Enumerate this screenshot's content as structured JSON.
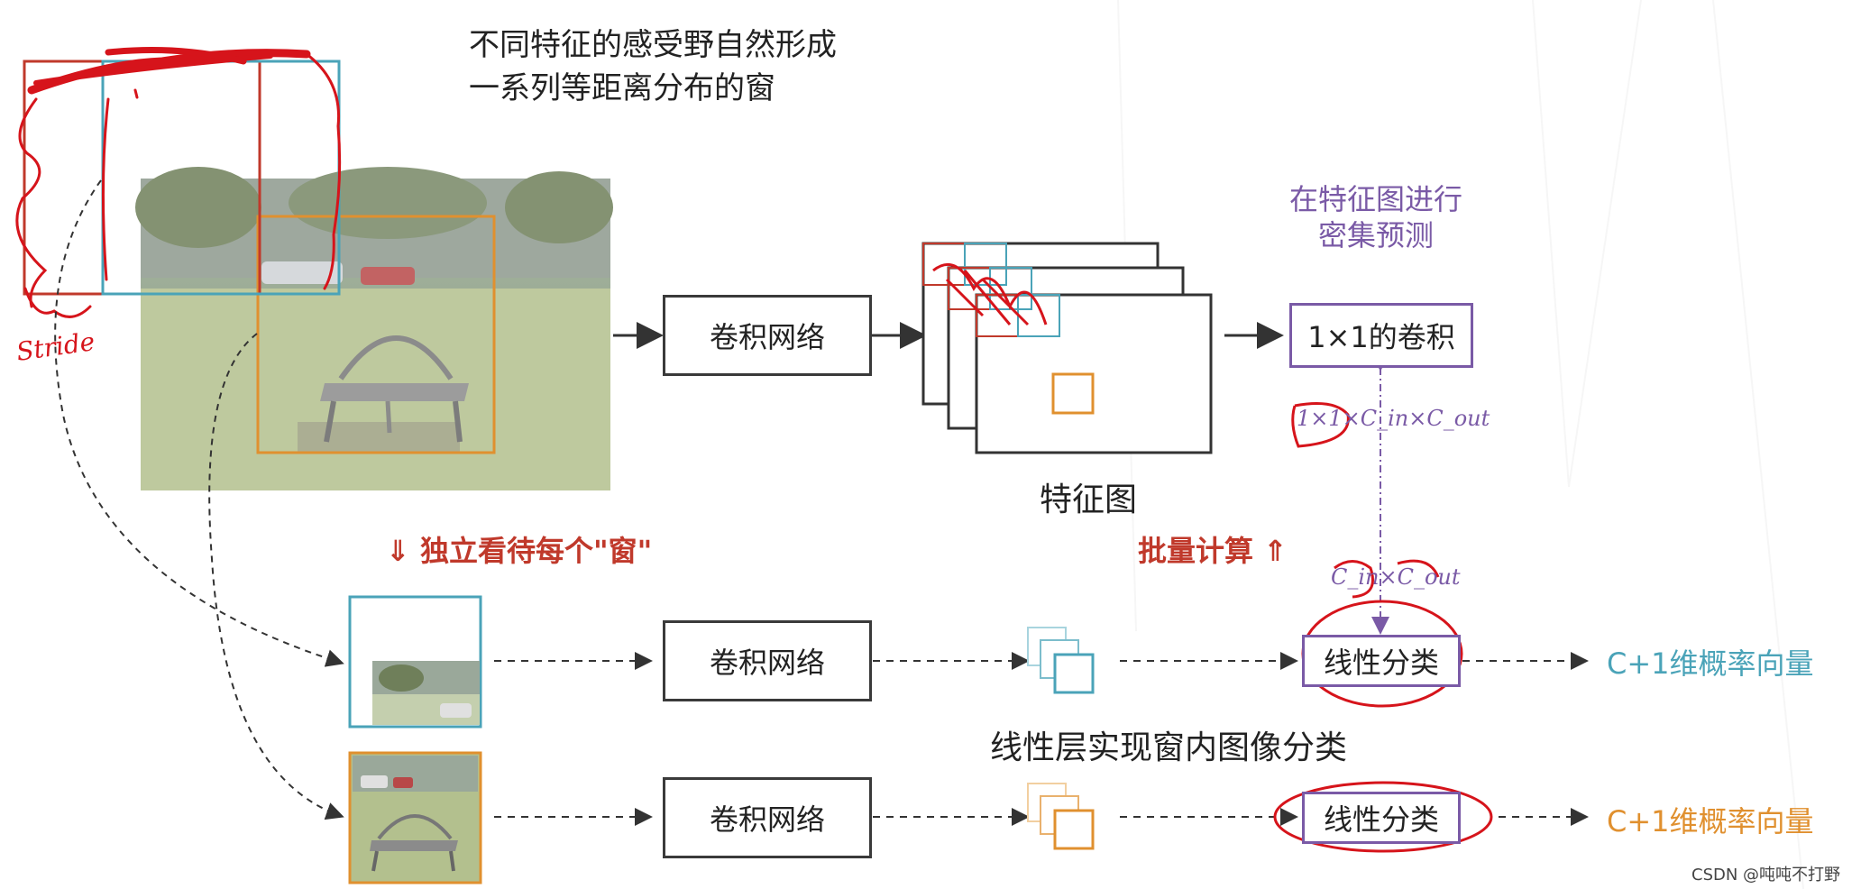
{
  "top_title_line1": "不同特征的感受野自然形成",
  "top_title_line2": "一系列等距离分布的窗",
  "stride_note": "Stride",
  "conv_network_label": "卷积网络",
  "feature_map_caption": "特征图",
  "dense_predict_line1": "在特征图进行",
  "dense_predict_line2": "密集预测",
  "conv1x1_label": "1×1的卷积",
  "conv1x1_params": "1×1×C_in×C_out",
  "linear_params": "C_in×C_out",
  "independent_window_label": "⇓ 独立看待每个\"窗\"",
  "batch_compute_label": "批量计算 ⇑",
  "linear_classifier_label": "线性分类",
  "linear_layer_caption": "线性层实现窗内图像分类",
  "output_vector_label": "C+1维概率向量",
  "watermark": "CSDN @吨吨不打野",
  "colors": {
    "teal": "#4aa3b8",
    "orange": "#e0902f",
    "red": "#c0392b",
    "purple": "#7a5aa6",
    "dark": "#333333"
  }
}
